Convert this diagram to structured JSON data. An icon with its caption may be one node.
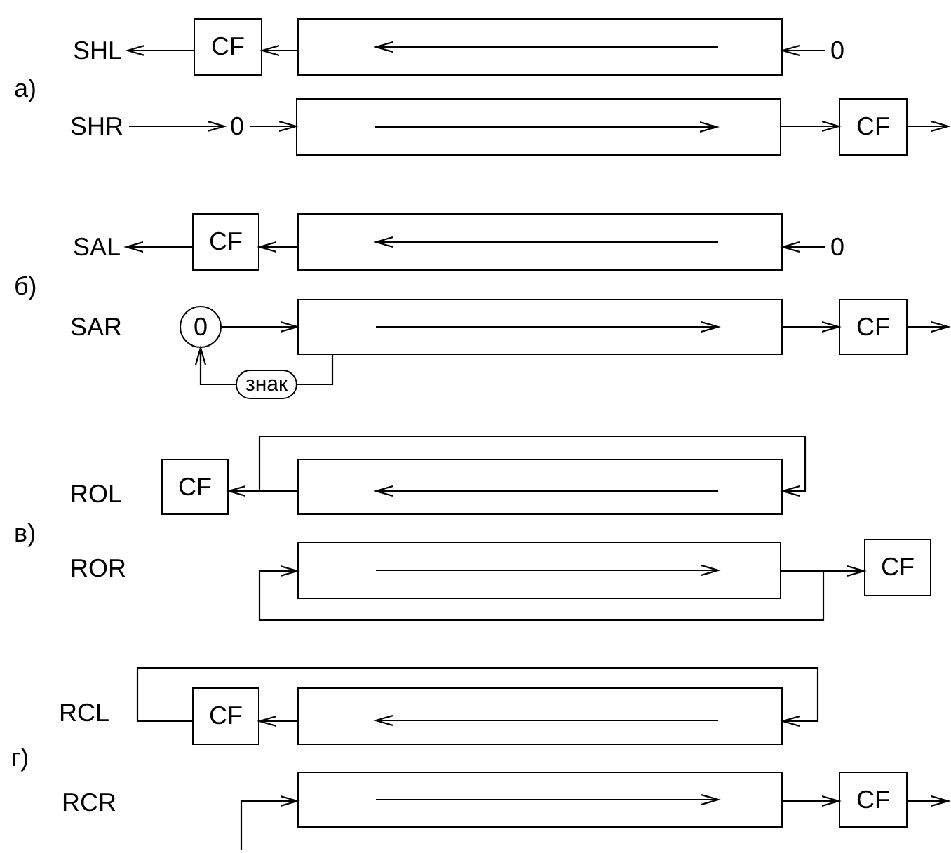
{
  "diagram": {
    "nodes": [
      {
        "text": [
          "SHL"
        ]
      },
      {
        "text": [
          "CF"
        ]
      },
      {
        "text": [],
        "shape": "box"
      },
      {
        "text": [
          "0"
        ]
      },
      {
        "text": [
          "SHR"
        ]
      },
      {
        "text": [
          "0"
        ]
      },
      {
        "text": [],
        "shape": "box"
      },
      {
        "text": [
          "CF"
        ]
      },
      {
        "text": [
          "SAL"
        ]
      },
      {
        "text": [
          "CF"
        ]
      },
      {
        "text": [],
        "shape": "box"
      },
      {
        "text": [
          "0"
        ]
      },
      {
        "text": [
          "0"
        ]
      },
      {
        "text": [],
        "shape": "box"
      },
      {
        "text": [
          "CF"
        ]
      },
      {
        "text": [
          "CF"
        ]
      },
      {
        "text": [],
        "shape": "box"
      },
      {
        "text": [],
        "shape": "box"
      },
      {
        "text": [
          "CF"
        ]
      },
      {
        "text": [
          "CF"
        ]
      },
      {
        "text": [],
        "shape": "box"
      },
      {
        "text": [],
        "shape": "box"
      },
      {
        "text": [
          "CF"
        ]
      }
    ],
    "edges": [
      {
        "from": 1,
        "to": 0,
        "arrow": "to"
      },
      {
        "from": 2,
        "to": 1,
        "arrow": "to"
      },
      {
        "from": 3,
        "to": 2,
        "arrow": "to"
      },
      {
        "from": 4,
        "to": 5,
        "arrow": "to"
      },
      {
        "from": 5,
        "to": 6,
        "arrow": "to"
      },
      {
        "from": 6,
        "to": 7,
        "arrow": "to"
      },
      {
        "from": 7,
        "to": null,
        "arrow": "to"
      },
      {
        "from": 9,
        "to": 8,
        "arrow": "to"
      },
      {
        "from": 10,
        "to": 9,
        "arrow": "to"
      },
      {
        "from": 11,
        "to": 10,
        "arrow": "to"
      },
      {
        "from": 12,
        "to": 13,
        "arrow": "to"
      },
      {
        "from": 13,
        "to": 12,
        "arrow": "to",
        "label": "знак"
      },
      {
        "from": 13,
        "to": 14,
        "arrow": "to"
      },
      {
        "from": 14,
        "to": null,
        "arrow": "to"
      },
      {
        "from": 16,
        "to": 15,
        "arrow": "to"
      },
      {
        "from": 16,
        "to": 16,
        "arrow": "to"
      },
      {
        "from": 17,
        "to": 18,
        "arrow": "to"
      },
      {
        "from": 17,
        "to": 17,
        "arrow": "to"
      },
      {
        "from": 20,
        "to": 19,
        "arrow": "to"
      },
      {
        "from": 19,
        "to": 20,
        "arrow": "to"
      },
      {
        "from": null,
        "to": 21,
        "arrow": "to"
      },
      {
        "from": 21,
        "to": 22,
        "arrow": "to"
      },
      {
        "from": 22,
        "to": null,
        "arrow": "to"
      }
    ],
    "labels": [
      "а)",
      "б)",
      "SAR",
      "ROL",
      "в)",
      "ROR",
      "RCL",
      "г)",
      "RCR"
    ]
  }
}
